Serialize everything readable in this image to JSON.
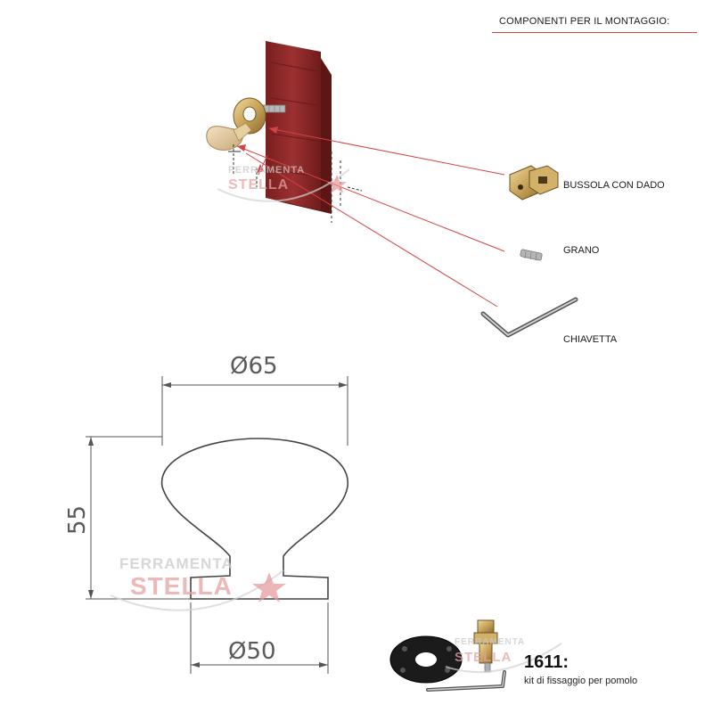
{
  "header": {
    "title": "COMPONENTI PER IL MONTAGGIO:"
  },
  "components": [
    {
      "label": "BUSSOLA CON DADO",
      "icon": "bushing-nut-icon"
    },
    {
      "label": "GRANO",
      "icon": "grub-screw-icon"
    },
    {
      "label": "CHIAVETTA",
      "icon": "allen-key-icon"
    }
  ],
  "dimensions": {
    "top_diameter": "Ø65",
    "height": "55",
    "base_diameter": "Ø50"
  },
  "kit": {
    "code": "1611:",
    "description": "kit di fissaggio per pomolo"
  },
  "watermark": {
    "line1": "FERRAMENTA",
    "line2": "STELLA"
  },
  "colors": {
    "wood": "#8e2a2a",
    "brass": "#c8a35a",
    "leader_line": "#d24545",
    "drawing_line": "#444444"
  }
}
